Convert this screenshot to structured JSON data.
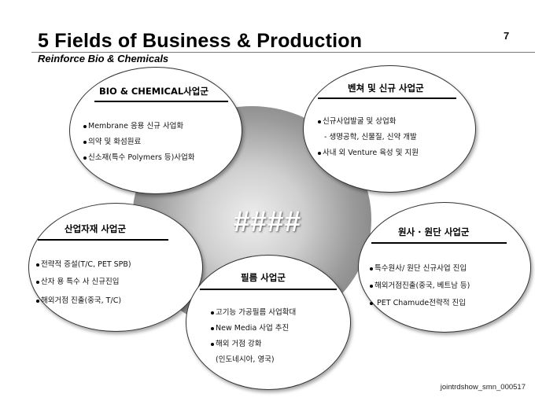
{
  "header": {
    "title": "5 Fields of Business & Production",
    "subtitle": "Reinforce Bio & Chemicals",
    "page_number": "7"
  },
  "center": {
    "label": "####"
  },
  "fields": {
    "bio": {
      "title": "BIO & CHEMICAL사업군",
      "items": [
        "Membrane 응용 신규 사업화",
        "의약 및 화섬원료",
        "신소재(특수 Polymers 등)사업화"
      ]
    },
    "venture": {
      "title": "벤쳐 및 신규 사업군",
      "items": [
        "신규사업발굴 및 상업화",
        "- 생명공학, 신물질, 신약 개발",
        "사내 외 Venture 육성 및 지원"
      ]
    },
    "industrial": {
      "title": "산업자재 사업군",
      "items": [
        "전략적 증설(T/C, PET SPB)",
        "산자 용 특수 사 신규진입",
        "해외거점 진출(중국, T/C)"
      ]
    },
    "raw": {
      "title": "원사 · 원단 사업군",
      "items": [
        "특수원사/ 원단 신규사업 진입",
        "해외거점진출(중국, 베트남 등)",
        "PET Chamude전략적 진입"
      ]
    },
    "film": {
      "title": "필름 사업군",
      "items": [
        "고기능 가공필름 사업확대",
        "New Media 사업 추진",
        "해외 거점 강화",
        "(인도네시아, 영국)"
      ]
    }
  },
  "footer": {
    "code": "jointrdshow_smn_000517"
  }
}
